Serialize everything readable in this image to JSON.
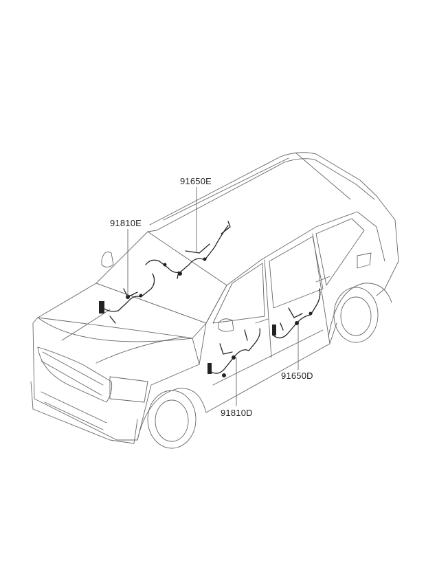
{
  "callouts": [
    {
      "id": "91650E",
      "text": "91650E"
    },
    {
      "id": "91810E",
      "text": "91810E"
    },
    {
      "id": "91650D",
      "text": "91650D"
    },
    {
      "id": "91810D",
      "text": "91810D"
    }
  ]
}
